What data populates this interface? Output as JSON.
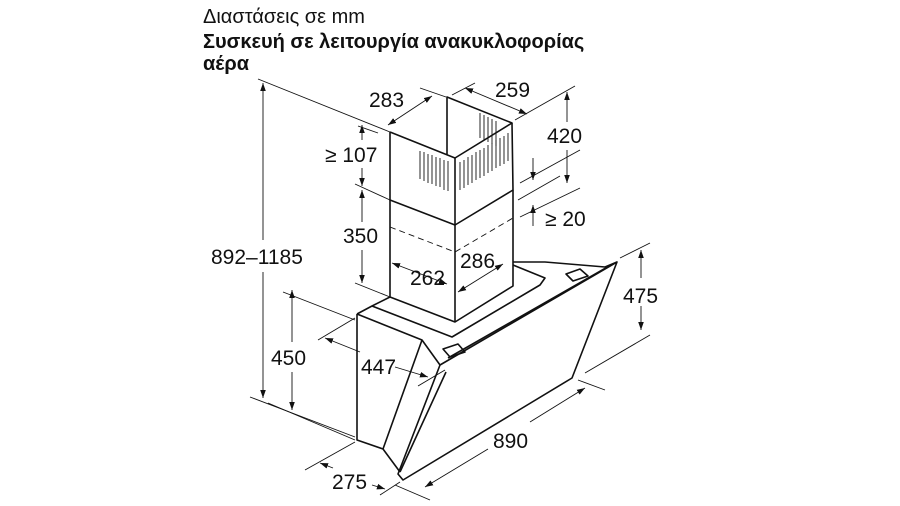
{
  "header": {
    "subtitle": "Διαστάσεις σε mm",
    "title_line1": "Συσκευή σε λειτουργία ανακυκλοφορίας",
    "title_line2": "αέρα"
  },
  "dimensions": {
    "chimney_depth": "283",
    "chimney_width_top": "259",
    "upper_chimney_height": "420",
    "min_top_clearance": "≥ 107",
    "lower_chimney_height": "350",
    "min_overlap": "≥ 20",
    "chimney_width_bottom": "262",
    "chimney_depth_bottom": "286",
    "total_height_range": "892–1185",
    "glass_height": "475",
    "body_height": "450",
    "body_depth": "447",
    "width": "890",
    "bottom_depth": "275"
  }
}
